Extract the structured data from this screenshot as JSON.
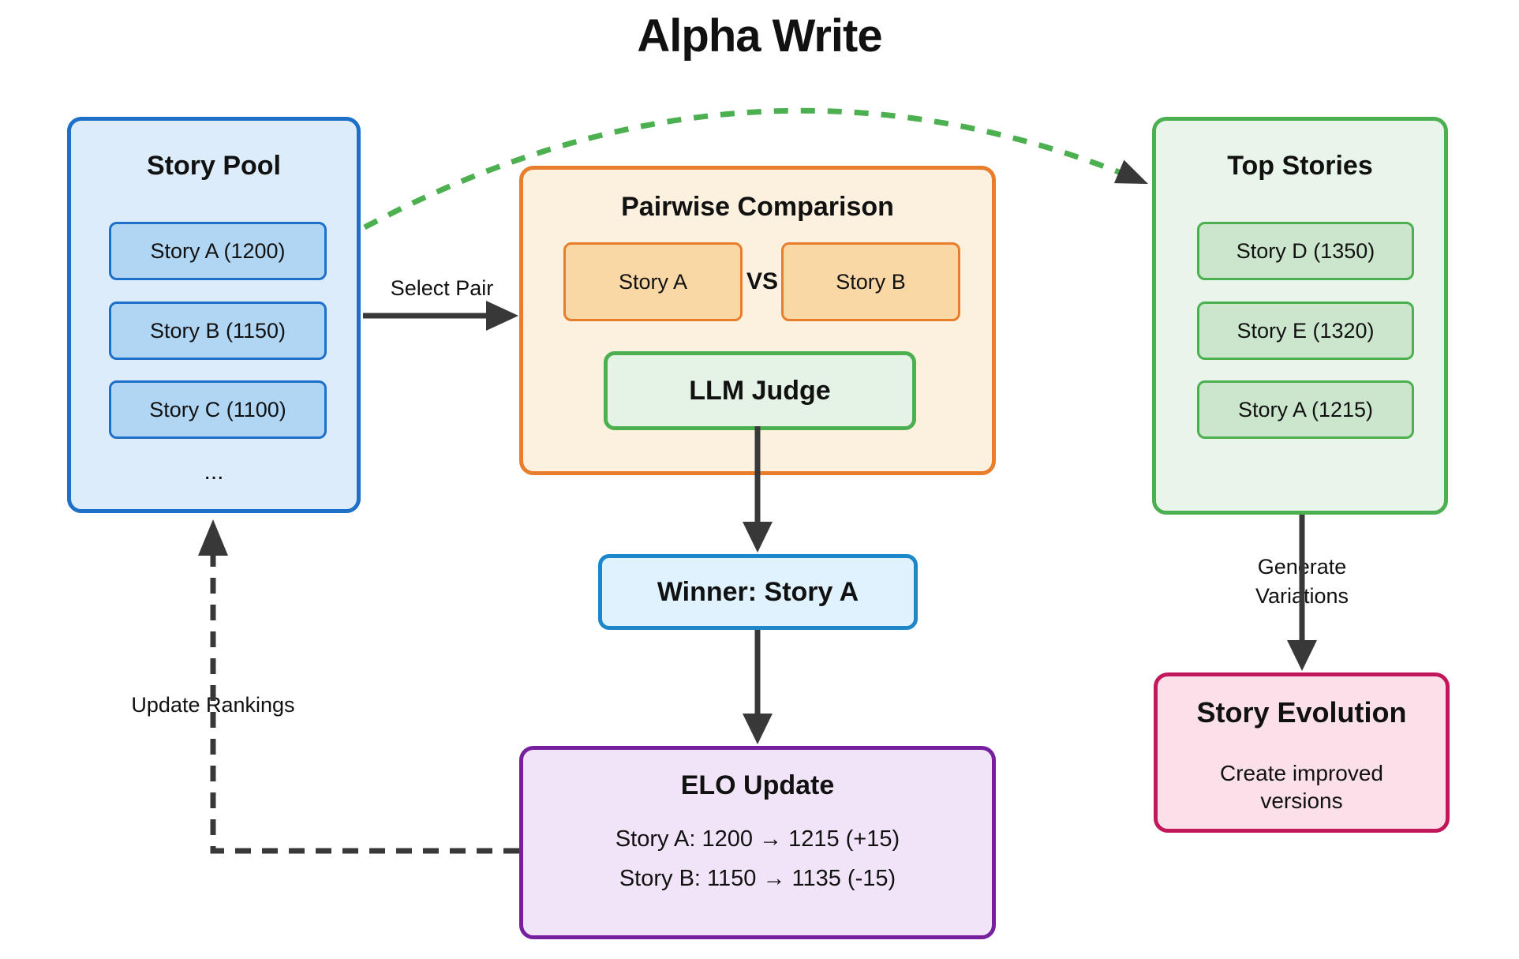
{
  "title": "Alpha Write",
  "story_pool": {
    "title": "Story Pool",
    "items": [
      "Story A (1200)",
      "Story B (1150)",
      "Story C (1100)"
    ],
    "more": "..."
  },
  "pairwise": {
    "title": "Pairwise Comparison",
    "candidate_a": "Story A",
    "versus": "VS",
    "candidate_b": "Story B",
    "judge": "LLM Judge"
  },
  "winner": {
    "label": "Winner: Story A"
  },
  "elo_update": {
    "title": "ELO Update",
    "line_a": "Story A: 1200 → 1215 (+15)",
    "line_b": "Story B: 1150 → 1135 (-15)"
  },
  "top_stories": {
    "title": "Top Stories",
    "items": [
      "Story D (1350)",
      "Story E (1320)",
      "Story A (1215)"
    ]
  },
  "story_evolution": {
    "title": "Story Evolution",
    "subtitle": "Create improved versions"
  },
  "edges": {
    "select_pair": "Select Pair",
    "update_rankings": "Update Rankings",
    "generate_variations": "Generate Variations"
  },
  "colors": {
    "blue_border": "#1e6fc8",
    "blue_fill": "#dcecfb",
    "blue_item": "#b1d6f3",
    "winner_border": "#1d87c9",
    "winner_fill": "#dff2fd",
    "orange_border": "#e87e2b",
    "orange_fill": "#fcf0df",
    "orange_item": "#fad8a6",
    "green_border": "#4caf50",
    "green_fill": "#e9f5ea",
    "green_item": "#cbe6cc",
    "llm_fill": "#e5f2e6",
    "purple_border": "#76209f",
    "purple_fill": "#f1e4f8",
    "pink_border": "#c2185b",
    "pink_fill": "#fbdfe9",
    "arrow": "#383838",
    "green_dash": "#4caf50"
  }
}
